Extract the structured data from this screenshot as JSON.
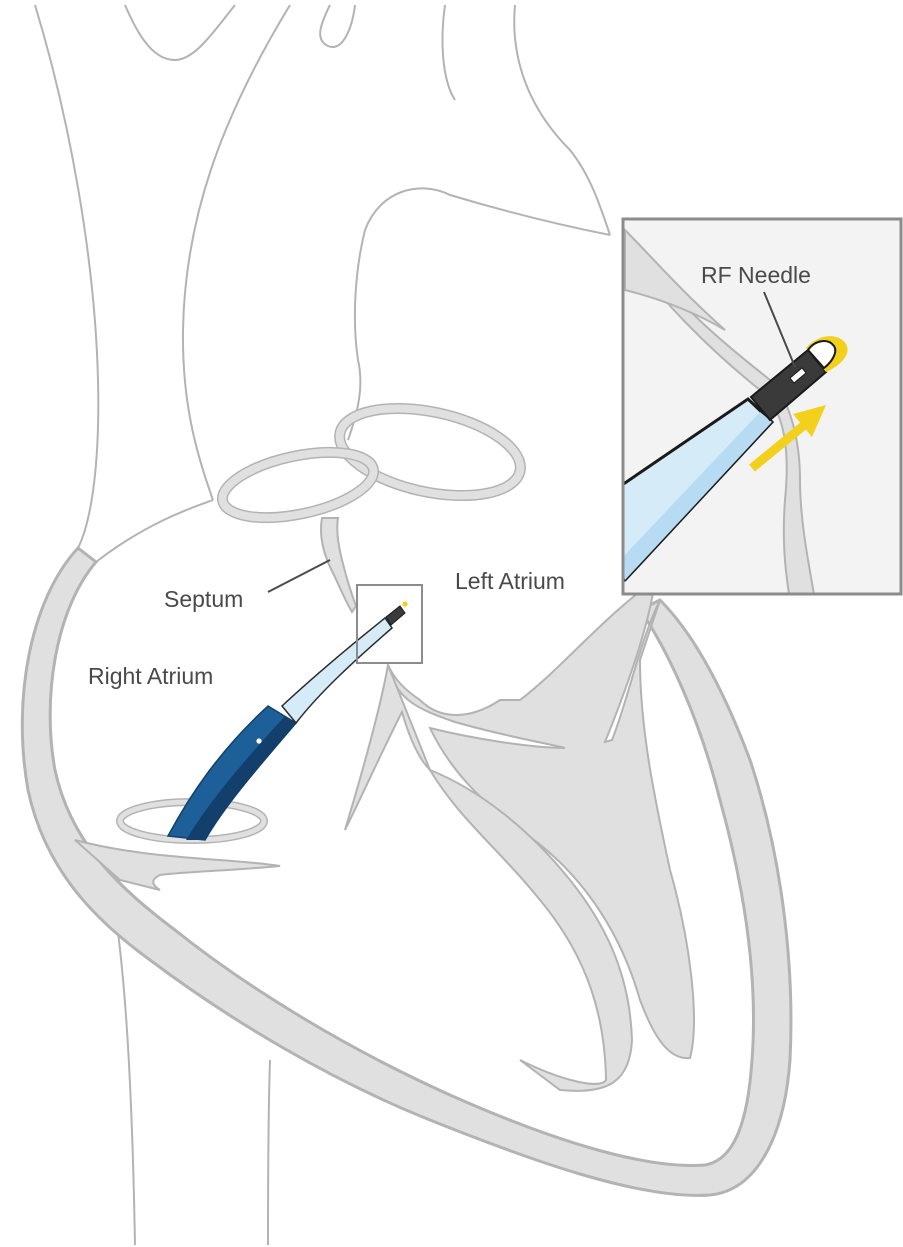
{
  "labels": {
    "right_atrium": "Right Atrium",
    "septum": "Septum",
    "left_atrium": "Left Atrium",
    "rf_needle": "RF Needle"
  },
  "colors": {
    "background": "#ffffff",
    "outline": "#b3b3b3",
    "tissue_fill": "#e0e0e0",
    "inset_background": "#f3f3f3",
    "inset_frame": "#8c8c8c",
    "catheter_blue": "#1c5f99",
    "catheter_blue_dark": "#123f6b",
    "sheath_light_blue": "#d6ebf8",
    "needle_dark": "#3a3a3a",
    "needle_tip_yellow": "#f3d01c",
    "arrow_yellow": "#f3d01c",
    "leader_line": "#4a4a4a",
    "label_text": "#4a4a4a"
  },
  "icons": {
    "direction_arrow": "arrow-up-right-icon"
  }
}
